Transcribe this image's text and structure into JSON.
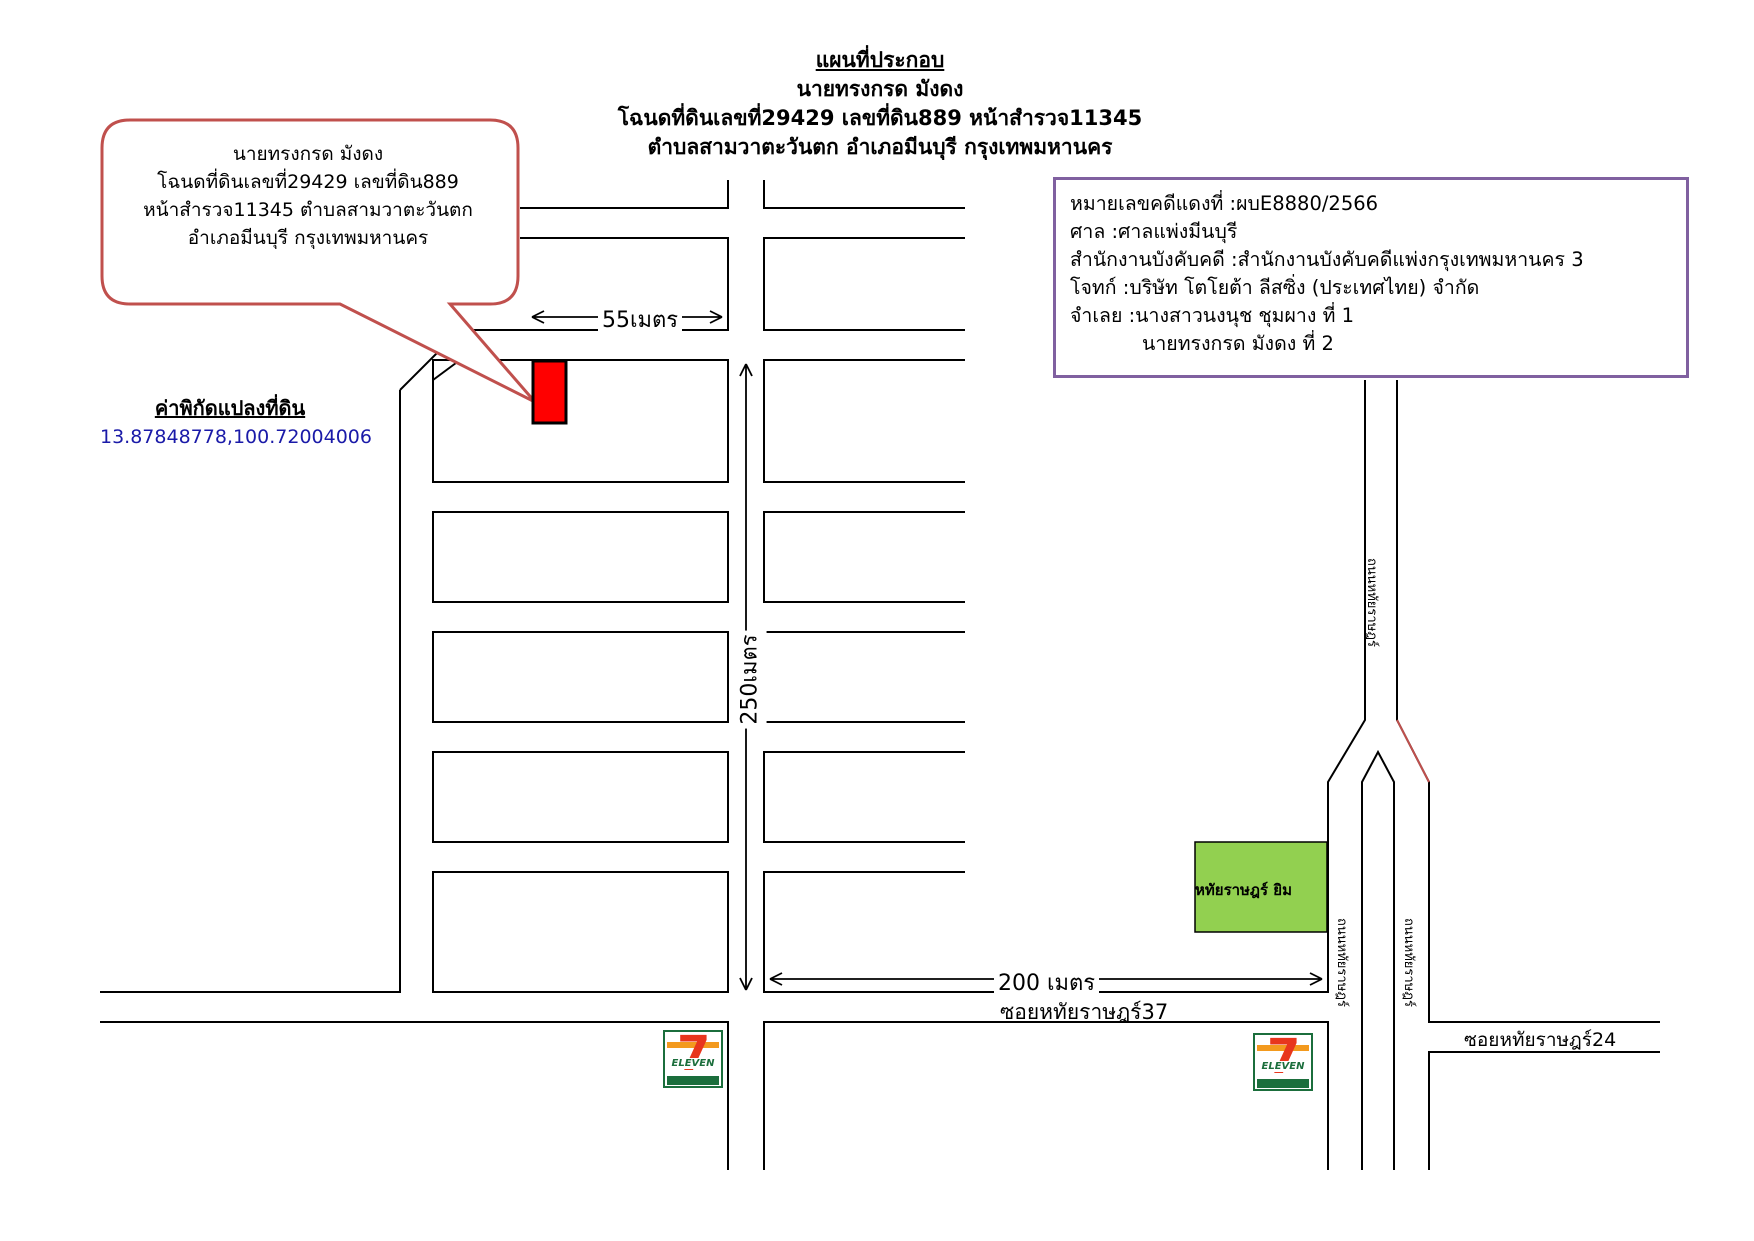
{
  "title": {
    "main": "แผนที่ประกอบ",
    "owner": "นายทรงกรด มังดง",
    "deed": "โฉนดที่ดินเลขที่29429 เลขที่ดิน889 หน้าสำรวจ11345",
    "location": "ตำบลสามวาตะวันตก อำเภอมีนบุรี กรุงเทพมหานคร"
  },
  "callout": {
    "line1": "นายทรงกรด มังดง",
    "line2": "โฉนดที่ดินเลขที่29429 เลขที่ดิน889",
    "line3": "หน้าสำรวจ11345 ตำบลสามวาตะวันตก",
    "line4": "อำเภอมีนบุรี กรุงเทพมหานคร"
  },
  "coordinates": {
    "heading": "ค่าพิกัดแปลงที่ดิน",
    "value": "13.87848778,100.72004006"
  },
  "case_info": {
    "case_no": "หมายเลขคดีแดงที่ :ผบE8880/2566",
    "court": "ศาล :ศาลแพ่งมีนบุรี",
    "office": "สำนักงานบังคับคดี :สำนักงานบังคับคดีแพ่งกรุงเทพมหานคร 3",
    "plaintiff": "โจทก์ :บริษัท โตโยต้า ลีสซิ่ง (ประเทศไทย) จำกัด",
    "defendant1": "จำเลย :นางสาวนงนุช ชุมผาง ที่ 1",
    "defendant2": "นายทรงกรด มังดง ที่ 2"
  },
  "distances": {
    "d55": "55เมตร",
    "d250": "250เมตร",
    "d200": "200 เมตร"
  },
  "roads": {
    "soi37": "ซอยหทัยราษฎร์37",
    "soi24": "ซอยหทัยราษฎร์24",
    "main_road": "ถนนหทัยราษฎร์"
  },
  "places": {
    "gym": "หทัยราษฎร์ ยิม",
    "store": "ELEVEN",
    "store_number": "7"
  },
  "colors": {
    "plot": "#ff0000",
    "gym": "#92d050",
    "callout_border": "#c0504d",
    "case_border": "#8060a0",
    "coord_text": "#1a1aa8"
  }
}
